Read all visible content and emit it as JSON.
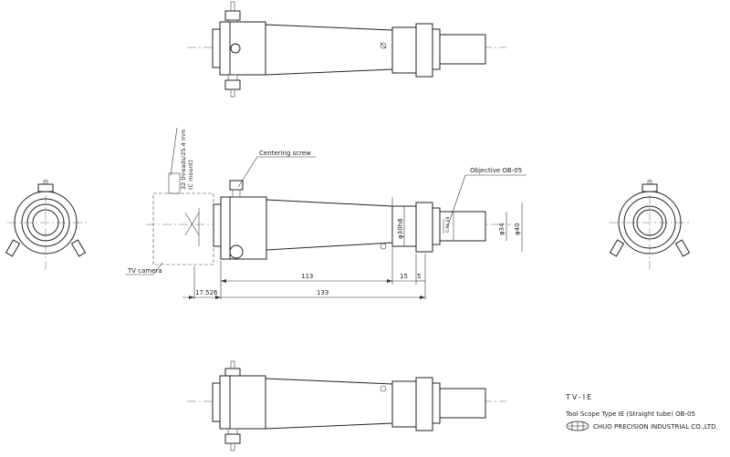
{
  "annotations": {
    "thread_spec": "32 threads/25.4 mm",
    "mount_type": "(C mount)",
    "centering_screw": "Centering screw",
    "objective": "Objective OB-05",
    "tv_camera": "TV camera",
    "dia_30h8": "φ30h8",
    "dia_34": "φ34",
    "dia_40": "φ40",
    "objective_marking": "0.5X 0B"
  },
  "dimensions": {
    "d113": "113",
    "d15": "15",
    "d5": "5",
    "d17526": "17.526",
    "d133": "133"
  },
  "title_block": {
    "model": "TV-IE",
    "description": "Tool Scope Type IE (Straight tube) OB-05",
    "company": "CHUO PRECISION INDUSTRIAL CO.,LTD."
  },
  "colors": {
    "line": "#222222",
    "background": "#ffffff"
  }
}
